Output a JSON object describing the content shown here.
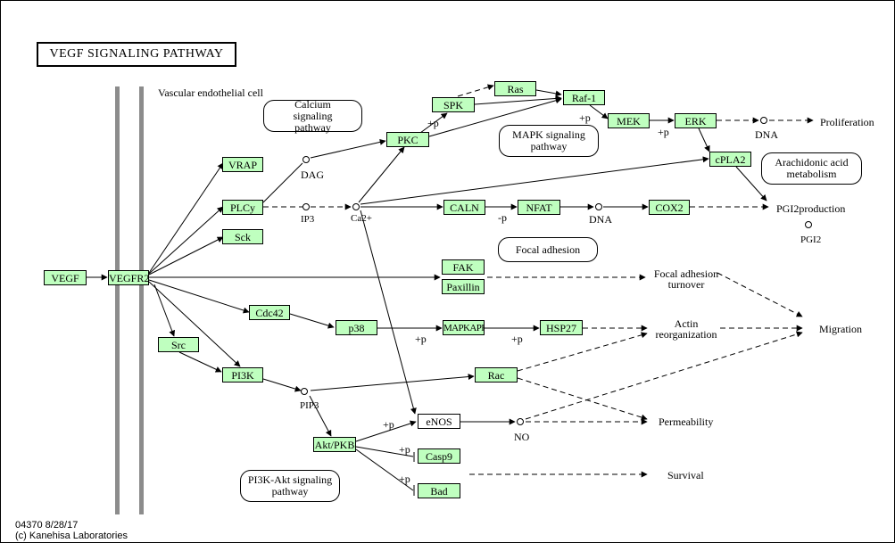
{
  "title": "VEGF  SIGNALING  PATHWAY",
  "cell_label": "Vascular endothelial cell",
  "genes": {
    "vegf": "VEGF",
    "vegfr2": "VEGFR2",
    "vrap": "VRAP",
    "plcy": "PLCy",
    "sck": "Sck",
    "cdc42": "Cdc42",
    "src": "Src",
    "pi3k": "PI3K",
    "p38": "p38",
    "mapkapk": "MAPKAPK",
    "hsp27": "HSP27",
    "rac": "Rac",
    "akt": "Akt/PKB",
    "enos": "eNOS",
    "casp9": "Casp9",
    "bad": "Bad",
    "spk": "SPK",
    "ras": "Ras",
    "raf1": "Raf-1",
    "mek": "MEK",
    "erk": "ERK",
    "pkc": "PKC",
    "cpla2": "cPLA2",
    "caln": "CALN",
    "nfat": "NFAT",
    "cox2": "COX2",
    "fak": "FAK",
    "paxillin": "Paxillin"
  },
  "maps": {
    "calcium": "Calcium signaling pathway",
    "mapk": "MAPK signaling pathway",
    "arachidonic": "Arachidonic acid metabolism",
    "focal": "Focal adhesion",
    "pi3k_akt": "PI3K-Akt signaling pathway"
  },
  "compounds": {
    "dag": "DAG",
    "ip3": "IP3",
    "ca": "Ca2+",
    "pip3": "PIP3",
    "no": "NO",
    "dna_top": "DNA",
    "dna_mid": "DNA",
    "pgi2": "PGI2"
  },
  "outcomes": {
    "proliferation": "Proliferation",
    "pgi2production": "PGI2production",
    "focal_turnover": "Focal adhesion turnover",
    "actin": "Actin reorganization",
    "migration": "Migration",
    "permeability": "Permeability",
    "survival": "Survival"
  },
  "modifiers": {
    "p": "+p",
    "minus_p": "-p"
  },
  "footer": {
    "id_date": "04370 8/28/17",
    "copyright": "(c) Kanehisa Laboratories"
  },
  "colors": {
    "gene_fill": "#bfffbf",
    "membrane": "#8c8c8c",
    "line": "#000000"
  }
}
